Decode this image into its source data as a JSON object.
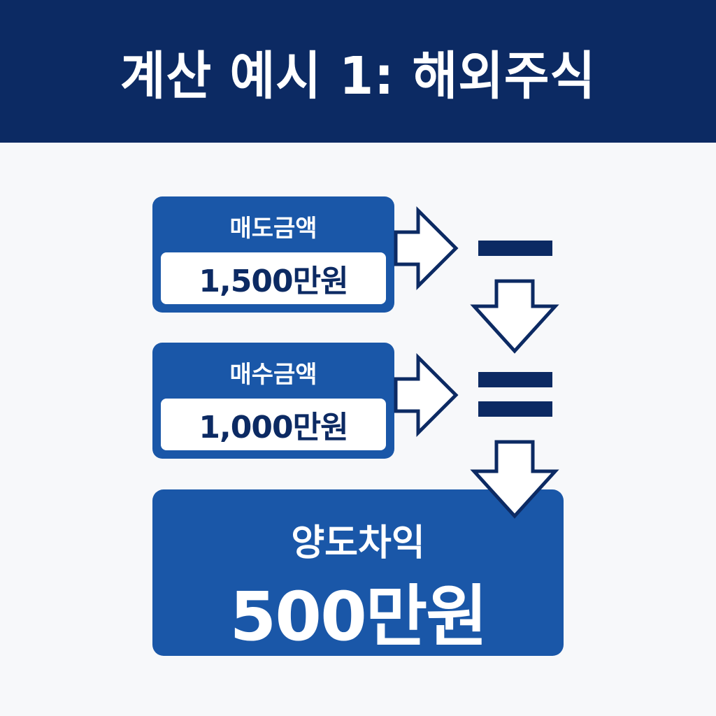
{
  "header": {
    "title": "계산 예시 1: 해외주식"
  },
  "sell": {
    "label": "매도금액",
    "value": "1,500만원"
  },
  "buy": {
    "label": "매수금액",
    "value": "1,000만원"
  },
  "result": {
    "label": "양도차익",
    "value": "500만원"
  },
  "operators": [
    "minus",
    "equals"
  ],
  "icons": [
    "arrow-right-icon",
    "arrow-down-icon"
  ],
  "colors": {
    "header_bg": "#0c2a63",
    "box_bg": "#1a57a8",
    "value_text": "#0c2a63",
    "background": "#f7f8fa"
  }
}
